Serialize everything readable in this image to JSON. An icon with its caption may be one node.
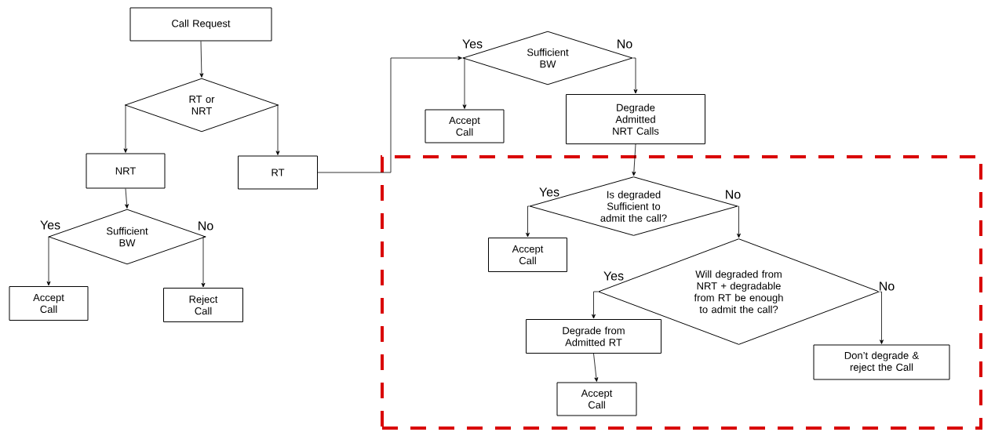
{
  "diagram": {
    "nodes": [
      {
        "text": [
          "Call Request"
        ]
      },
      {
        "text": [
          "RT or NRT"
        ]
      },
      {
        "text": [
          "NRT"
        ]
      },
      {
        "text": [
          "RT"
        ]
      },
      {
        "text": [
          "Sufficient BW"
        ]
      },
      {
        "text": [
          "Accept Call"
        ]
      },
      {
        "text": [
          "Reject Call"
        ]
      },
      {
        "text": [
          "Sufficient BW"
        ]
      },
      {
        "text": [
          "Accept Call"
        ]
      },
      {
        "text": [
          "Degrade Admitted NRT Calls"
        ]
      },
      {
        "text": [],
        "shape": "box"
      },
      {
        "text": [
          "Is degraded Sufficient to admit the call?"
        ],
        "in": 10
      },
      {
        "text": [
          "Accept Call"
        ],
        "in": 10
      },
      {
        "text": [
          "Will degraded from NRT + degradable from RT be enough to admit the call?"
        ],
        "in": 10
      },
      {
        "text": [
          "Degrade from Admitted RT"
        ],
        "in": 10
      },
      {
        "text": [
          "Accept Call"
        ],
        "in": 10
      },
      {
        "text": [
          "Don’t degrade & reject the Call"
        ],
        "in": 10
      }
    ],
    "edges": [
      {
        "from": 0,
        "to": 1,
        "arrow": "to"
      },
      {
        "from": 1,
        "to": 2,
        "arrow": "to"
      },
      {
        "from": 1,
        "to": 3,
        "arrow": "to"
      },
      {
        "from": 2,
        "to": 4,
        "arrow": "to"
      },
      {
        "from": 4,
        "to": 5,
        "arrow": "to",
        "label": "Yes"
      },
      {
        "from": 4,
        "to": 6,
        "arrow": "to",
        "label": "No"
      },
      {
        "from": 3,
        "to": 7,
        "arrow": "to"
      },
      {
        "from": 7,
        "to": 8,
        "arrow": "to",
        "label": "Yes"
      },
      {
        "from": 7,
        "to": 9,
        "arrow": "to",
        "label": "No"
      },
      {
        "from": 9,
        "to": 11,
        "arrow": "to"
      },
      {
        "from": 11,
        "to": 12,
        "arrow": "to",
        "label": "Yes"
      },
      {
        "from": 11,
        "to": 13,
        "arrow": "to",
        "label": "No"
      },
      {
        "from": 13,
        "to": 14,
        "arrow": "to",
        "label": "Yes"
      },
      {
        "from": 13,
        "to": 16,
        "arrow": "to",
        "label": "No"
      },
      {
        "from": 14,
        "to": 15,
        "arrow": "to"
      }
    ]
  }
}
